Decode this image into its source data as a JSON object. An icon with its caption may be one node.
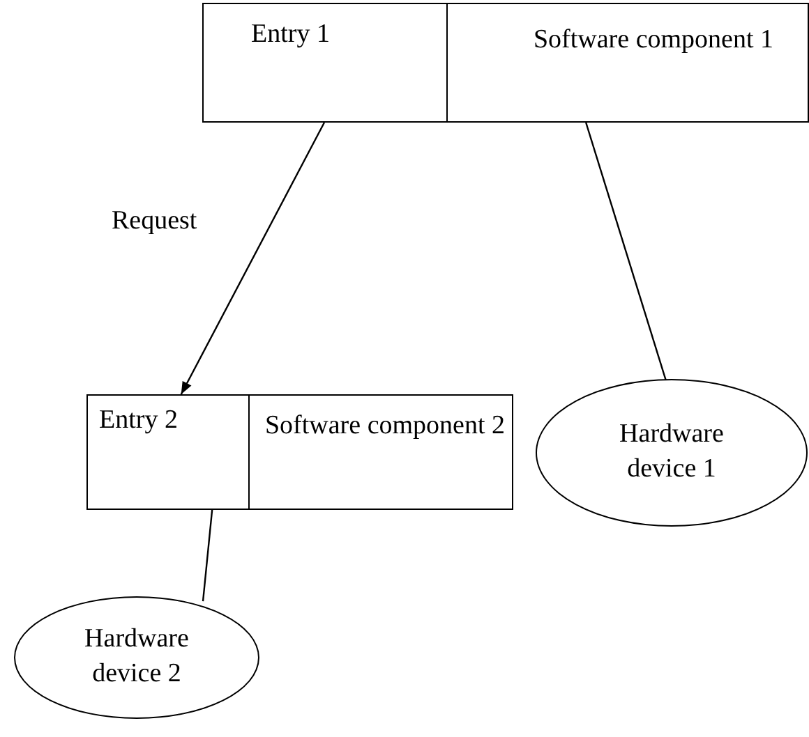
{
  "diagram": {
    "nodes": [
      {
        "text": [
          "Entry 1"
        ]
      },
      {
        "text": [
          "Software component 1"
        ]
      },
      {
        "text": [
          "Entry 2"
        ]
      },
      {
        "text": [
          "Software component 2"
        ]
      },
      {
        "text": [
          "Hardware device 1"
        ]
      },
      {
        "text": [
          "Hardware device 2"
        ]
      }
    ],
    "edges": [
      {
        "from": 0,
        "to": 2,
        "arrow": "to",
        "label": "Request"
      },
      {
        "from": 1,
        "to": 4,
        "arrow": "none"
      },
      {
        "from": 2,
        "to": 5,
        "arrow": "none"
      }
    ]
  }
}
